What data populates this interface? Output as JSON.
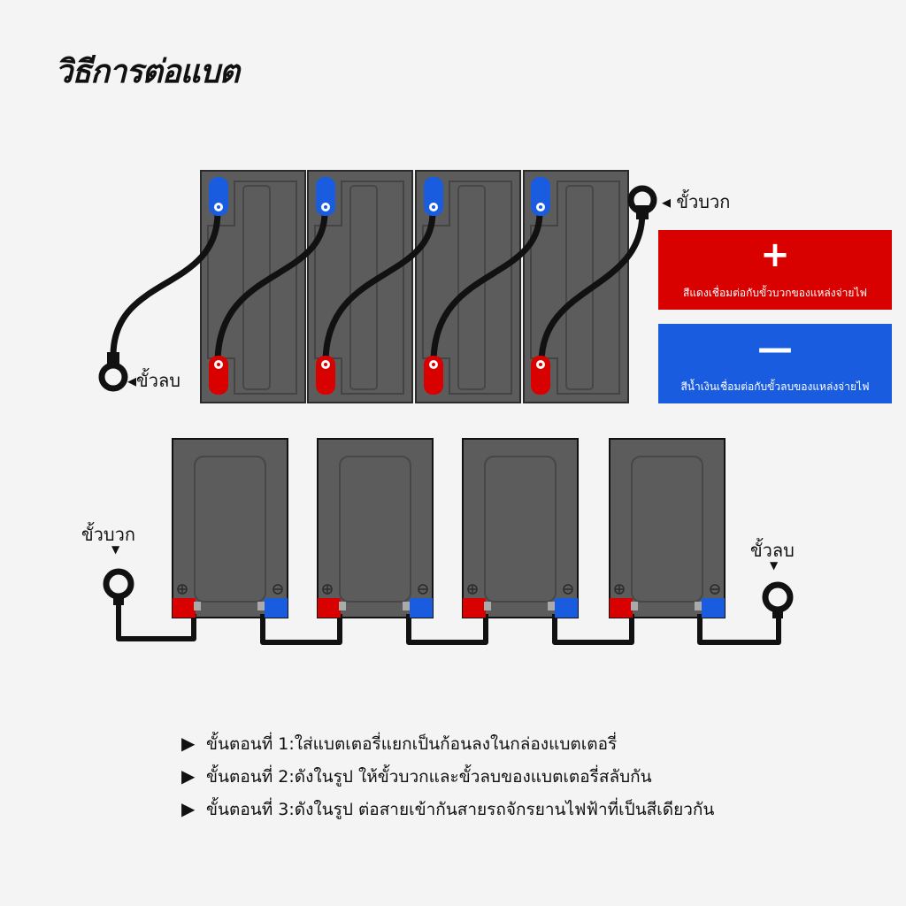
{
  "title": "วิธีการต่อแบต",
  "legend": {
    "positive": {
      "symbol": "+",
      "text": "สีแดงเชื่อมต่อกับขั้วบวกของแหล่งจ่ายไฟ",
      "color": "#d90000"
    },
    "negative": {
      "symbol": "—",
      "text": "สีน้ำเงินเชื่อมต่อกับขั้วลบของแหล่งจ่ายไฟ",
      "color": "#1a5ce0"
    }
  },
  "top_diagram": {
    "positive_label": "◂ ขั้วบวก",
    "negative_label": "◂ขั้วลบ"
  },
  "bottom_diagram": {
    "positive_label": "ขั้วบวก",
    "negative_label": "ขั้วลบ",
    "pointer": "▼"
  },
  "steps": [
    {
      "arrow": "▶",
      "text": "ขั้นตอนที่ 1:ใส่แบตเตอรี่แยกเป็นก้อนลงในกล่องแบตเตอรี่"
    },
    {
      "arrow": "▶",
      "text": "ขั้นตอนที่ 2:ดังในรูป ให้ขั้วบวกและขั้วลบของแบตเตอรี่สลับกัน"
    },
    {
      "arrow": "▶",
      "text": "ขั้นตอนที่ 3:ดังในรูป ต่อสายเข้ากันสายรถจักรยานไฟฟ้าที่เป็นสีเดียวกัน"
    }
  ],
  "colors": {
    "battery": "#5c5c5c",
    "battery_dark": "#3e3e3e",
    "positive_terminal": "#d90000",
    "negative_terminal": "#1a5ce0",
    "cable": "#111111"
  }
}
